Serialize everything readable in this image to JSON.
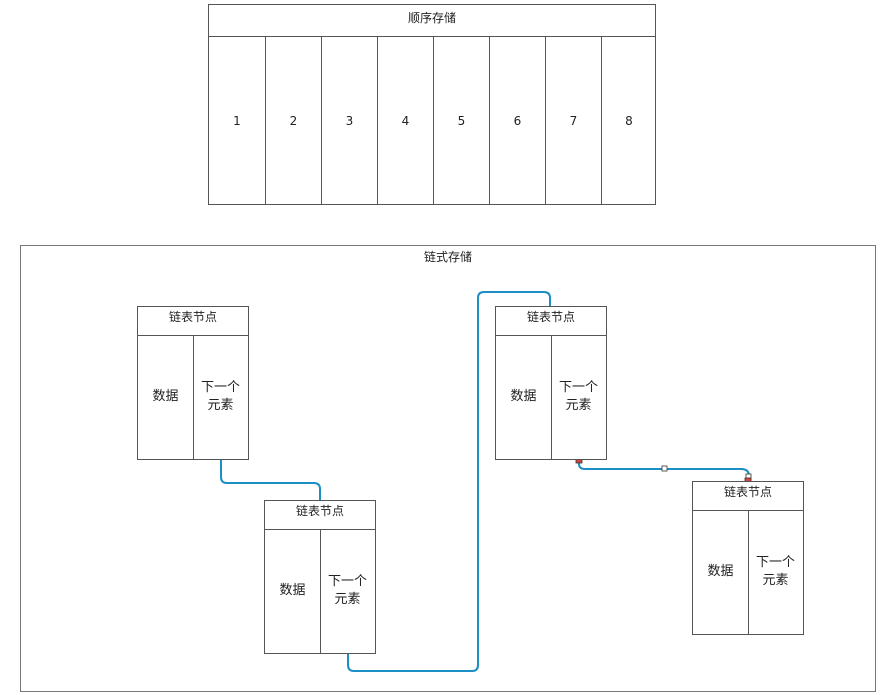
{
  "sequential": {
    "title": "顺序存储",
    "cells": [
      "1",
      "2",
      "3",
      "4",
      "5",
      "6",
      "7",
      "8"
    ]
  },
  "linked": {
    "title": "链式存储",
    "nodes": [
      {
        "title": "链表节点",
        "data_label": "数据",
        "next_label": "下一个元素"
      },
      {
        "title": "链表节点",
        "data_label": "数据",
        "next_label": "下一个元素"
      },
      {
        "title": "链表节点",
        "data_label": "数据",
        "next_label": "下一个元素"
      },
      {
        "title": "链表节点",
        "data_label": "数据",
        "next_label": "下一个元素"
      }
    ]
  },
  "colors": {
    "connector": "#1b8fc5",
    "border": "#555555",
    "handle_fill": "#d9413b"
  }
}
